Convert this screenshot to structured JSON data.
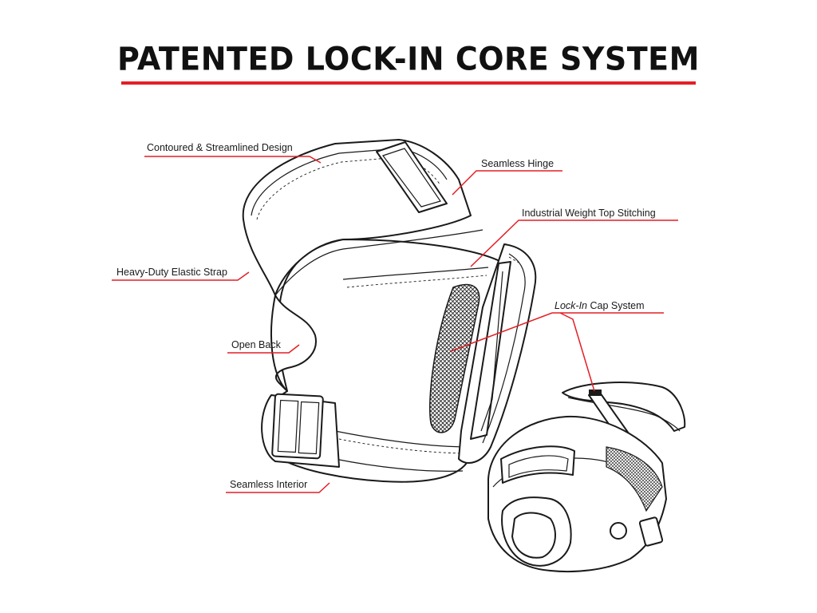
{
  "title": "PATENTED LOCK-IN CORE SYSTEM",
  "colors": {
    "accent": "#e41e26",
    "line_art": "#1a1a1a",
    "background": "#ffffff"
  },
  "callouts": {
    "contoured": "Contoured & Streamlined Design",
    "seamless_hinge": "Seamless Hinge",
    "stitching": "Industrial Weight Top Stitching",
    "elastic_strap": "Heavy-Duty Elastic Strap",
    "lock_in_italic": "Lock-In",
    "lock_in_rest": " Cap System",
    "open_back": "Open Back",
    "seamless_interior": "Seamless Interior"
  }
}
